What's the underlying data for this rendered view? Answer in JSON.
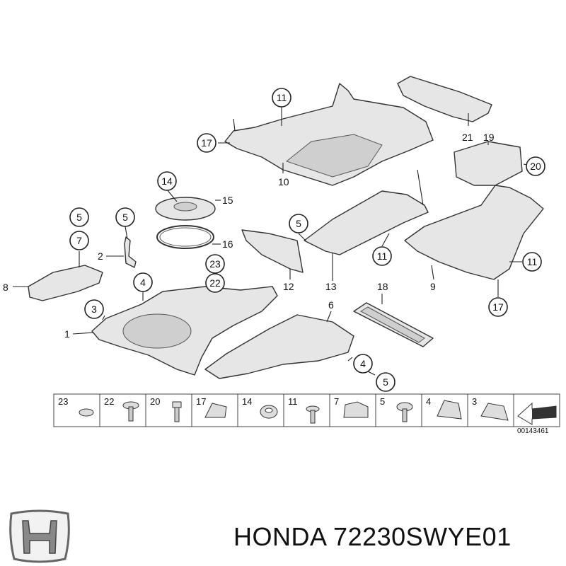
{
  "callouts": {
    "c11a": "11",
    "c17a": "17",
    "c10": "10",
    "c21": "21",
    "c19": "19",
    "c20": "20",
    "c14": "14",
    "c15": "15",
    "c16": "16",
    "c23": "23",
    "c22": "22",
    "c5a": "5",
    "c7": "7",
    "c5b": "5",
    "c2": "2",
    "c8": "8",
    "c4a": "4",
    "c3": "3",
    "c1": "1",
    "c5c": "5",
    "c12": "12",
    "c13": "13",
    "c11b": "11",
    "c11c": "11",
    "c9": "9",
    "c17b": "17",
    "c18": "18",
    "c6": "6",
    "c4b": "4",
    "c5d": "5"
  },
  "strip": {
    "items": [
      "23",
      "22",
      "20",
      "17",
      "14",
      "11",
      "7",
      "5",
      "4",
      "3"
    ],
    "doc_number": "00143461"
  },
  "footer": {
    "brand": "HONDA",
    "part_number": "72230SWYE01"
  }
}
